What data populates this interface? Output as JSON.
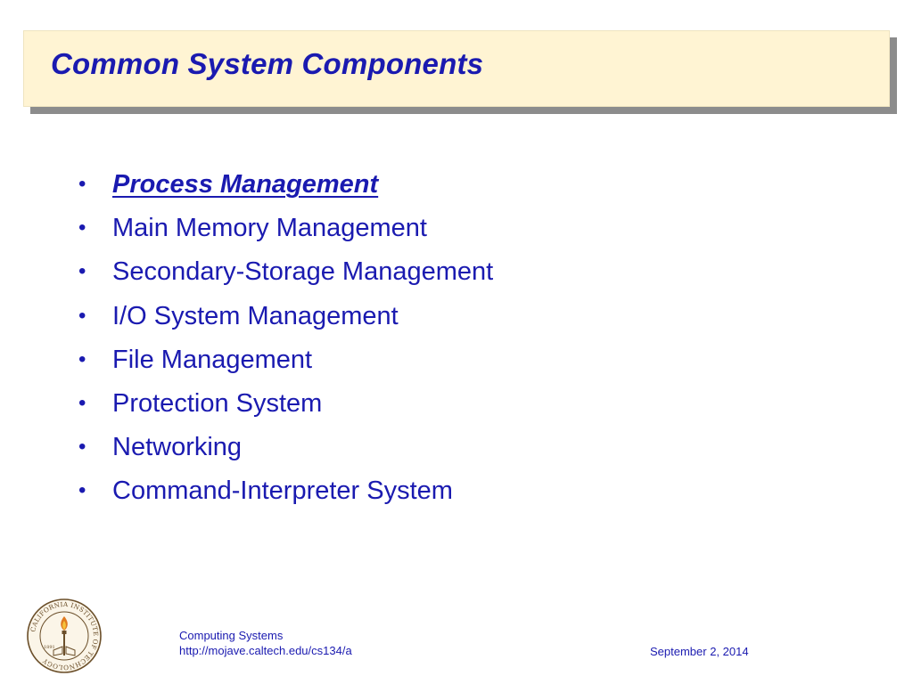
{
  "header": {
    "title": "Common System Components"
  },
  "bullets": [
    {
      "label": "Process Management",
      "active": true
    },
    {
      "label": "Main Memory Management",
      "active": false
    },
    {
      "label": "Secondary-Storage Management",
      "active": false
    },
    {
      "label": "I/O System Management",
      "active": false
    },
    {
      "label": "File Management",
      "active": false
    },
    {
      "label": "Protection System",
      "active": false
    },
    {
      "label": "Networking",
      "active": false
    },
    {
      "label": "Command-Interpreter System",
      "active": false
    }
  ],
  "logo": {
    "ring_text": "CALIFORNIA INSTITUTE OF TECHNOLOGY",
    "year": "1891",
    "icon": "caltech-seal-icon"
  },
  "footer": {
    "course_name": "Computing Systems",
    "course_url": "http://mojave.caltech.edu/cs134/a",
    "date": "September 2, 2014"
  },
  "colors": {
    "text_blue": "#1a1ab0",
    "title_bg": "#fff4d3",
    "shadow": "#8c8c8c",
    "seal": "#6b4f2a"
  }
}
